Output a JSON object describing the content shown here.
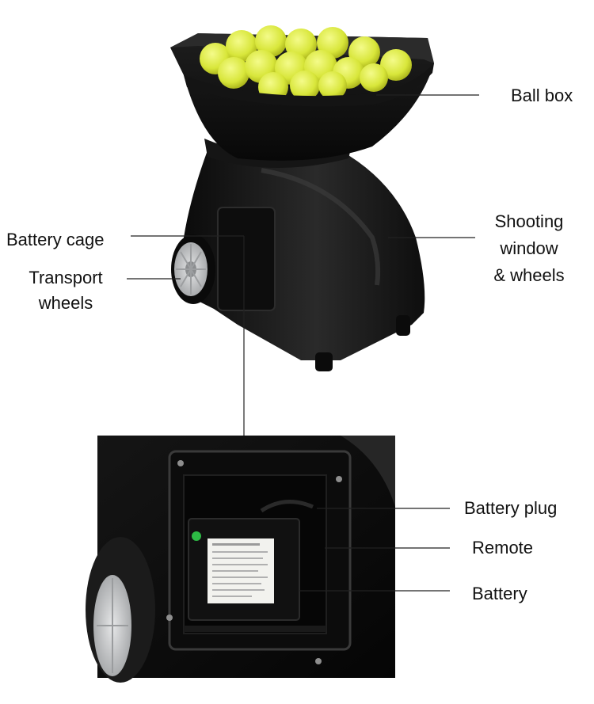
{
  "callouts": {
    "ball_box": "Ball box",
    "shooting_window": [
      "Shooting",
      "window",
      "& wheels"
    ],
    "battery_cage": "Battery cage",
    "transport_wheels": [
      "Transport",
      "wheels"
    ],
    "battery_plug": "Battery plug",
    "remote": "Remote",
    "battery": "Battery"
  },
  "colors": {
    "machine_body": "#121212",
    "ball_yellow": "#d8e63a",
    "wheel_grey": "#c9cbcc",
    "label_card": "#f2f2ee",
    "leader_line": "#222222"
  }
}
